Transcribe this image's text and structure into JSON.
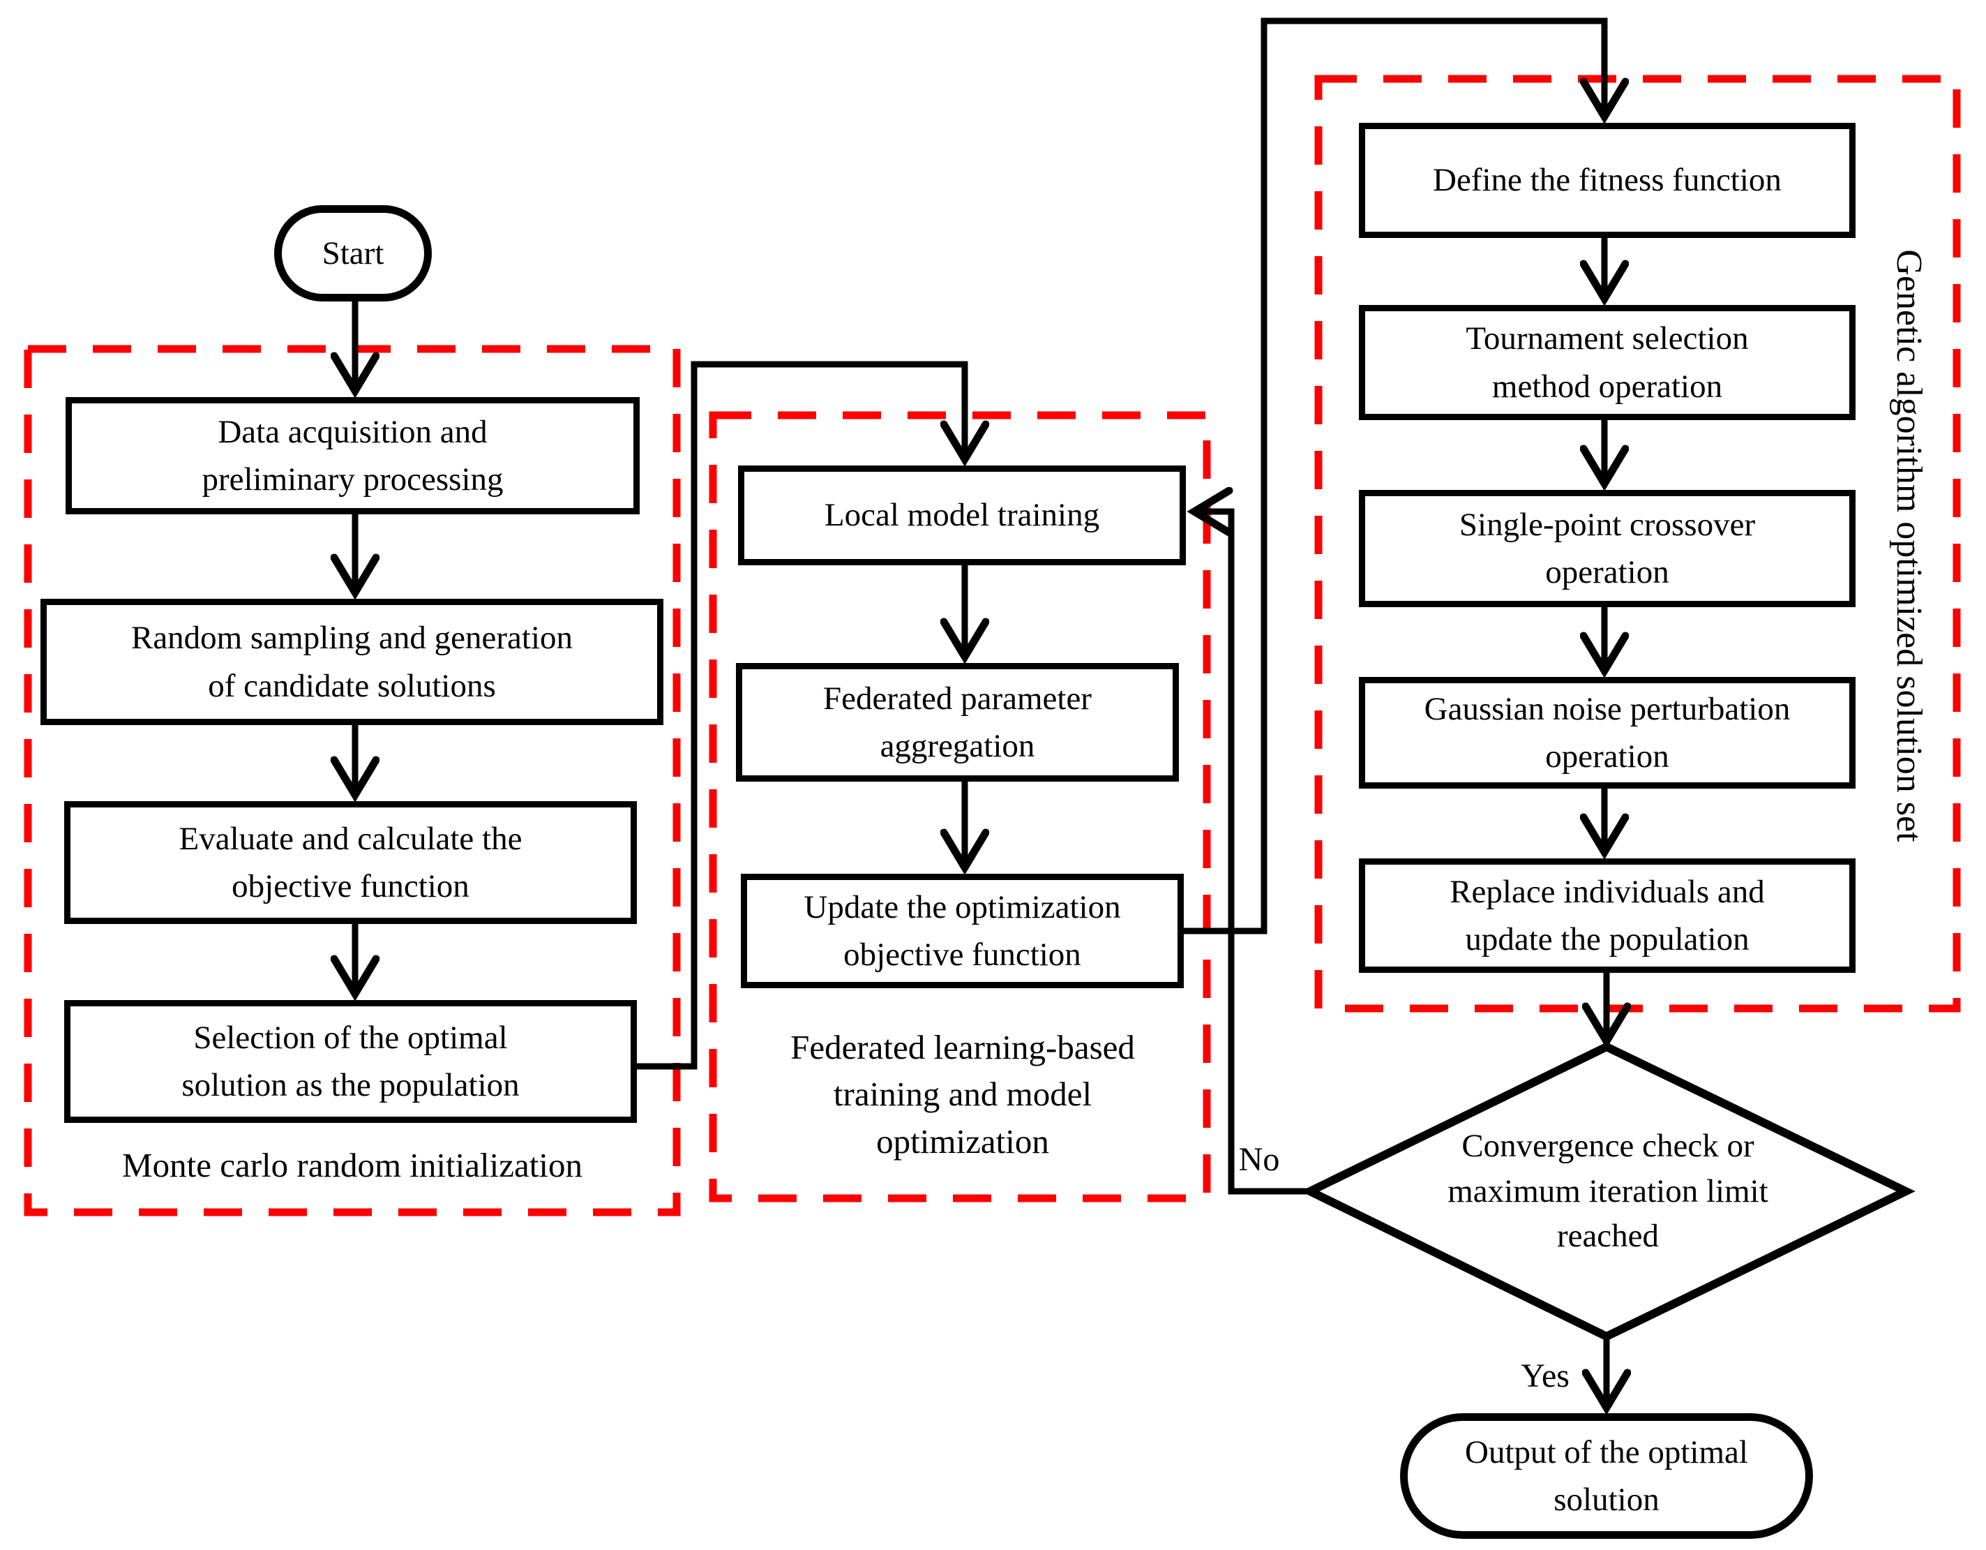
{
  "diagram": {
    "title_semantic": "Federated learning + Monte Carlo + Genetic algorithm optimization flowchart",
    "start_label": "Start",
    "groups": [
      {
        "label": "Monte carlo random initialization",
        "boxes": [
          "Data acquisition and\npreliminary processing",
          "Random sampling and generation\nof candidate solutions",
          "Evaluate and calculate the\nobjective function",
          "Selection of the optimal\nsolution as the population"
        ]
      },
      {
        "label": "Federated learning-based\ntraining and model\noptimization",
        "boxes": [
          "Local model training",
          "Federated parameter\naggregation",
          "Update the optimization\nobjective function"
        ]
      },
      {
        "label": "Genetic algorithm optimized solution set",
        "boxes": [
          "Define the fitness function",
          "Tournament selection\nmethod operation",
          "Single-point crossover\noperation",
          "Gaussian noise perturbation\noperation",
          "Replace individuals and\nupdate the population"
        ]
      }
    ],
    "decision_label": "Convergence check or\nmaximum iteration limit\nreached",
    "branch_no": "No",
    "branch_yes": "Yes",
    "end_label": "Output of the optimal\nsolution",
    "colors": {
      "group_border": "#fe0000",
      "line": "#000000",
      "background": "#ffffff"
    }
  }
}
